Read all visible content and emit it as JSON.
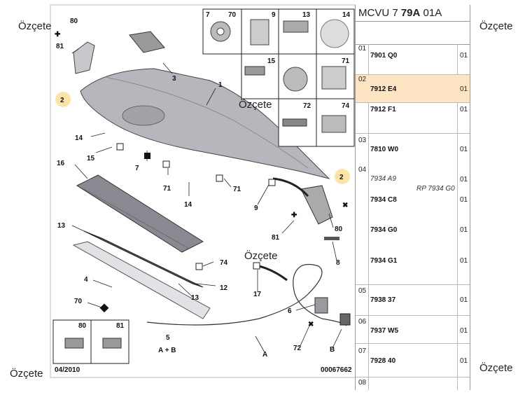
{
  "watermark": "Özçete",
  "diagram": {
    "callouts": [
      "80",
      "81",
      "2",
      "3",
      "1",
      "14",
      "15",
      "7",
      "71",
      "71",
      "14",
      "16",
      "13",
      "2",
      "9",
      "81",
      "80",
      "8",
      "74",
      "17",
      "12",
      "13",
      "4",
      "70",
      "6",
      "72",
      "5",
      "A + B",
      "A",
      "B"
    ],
    "inset_top": [
      "7",
      "70",
      "9",
      "13",
      "14",
      "15",
      "71",
      "72",
      "74"
    ],
    "inset_bottom": [
      "80",
      "81"
    ],
    "footer_date": "04/2010",
    "footer_ref": "00067662"
  },
  "panel": {
    "header_prefix": "MCVU 7 ",
    "header_bold": "79A",
    "header_suffix": " 01A",
    "rows": [
      {
        "num": "01",
        "code": "7901 Q0",
        "qty": "01",
        "highlight": false
      },
      {
        "num": "02",
        "code": "7912 E4",
        "qty": "01",
        "highlight": true
      },
      {
        "num": "",
        "code": "7912 F1",
        "qty": "01",
        "highlight": false
      },
      {
        "num": "03",
        "code": "7810 W0",
        "qty": "01",
        "highlight": false
      },
      {
        "num": "04",
        "code": "7934 A9",
        "qty": "01",
        "note": "RP 7934 G0",
        "highlight": false
      },
      {
        "num": "",
        "code": "7934 C8",
        "qty": "01",
        "highlight": false
      },
      {
        "num": "",
        "code": "7934 G0",
        "qty": "01",
        "highlight": false
      },
      {
        "num": "",
        "code": "7934 G1",
        "qty": "01",
        "highlight": false
      },
      {
        "num": "05",
        "code": "7938 37",
        "qty": "01",
        "highlight": false
      },
      {
        "num": "06",
        "code": "7937 W5",
        "qty": "01",
        "highlight": false
      },
      {
        "num": "07",
        "code": "7928 40",
        "qty": "01",
        "highlight": false
      },
      {
        "num": "08",
        "code": "",
        "qty": "",
        "highlight": false
      }
    ]
  }
}
